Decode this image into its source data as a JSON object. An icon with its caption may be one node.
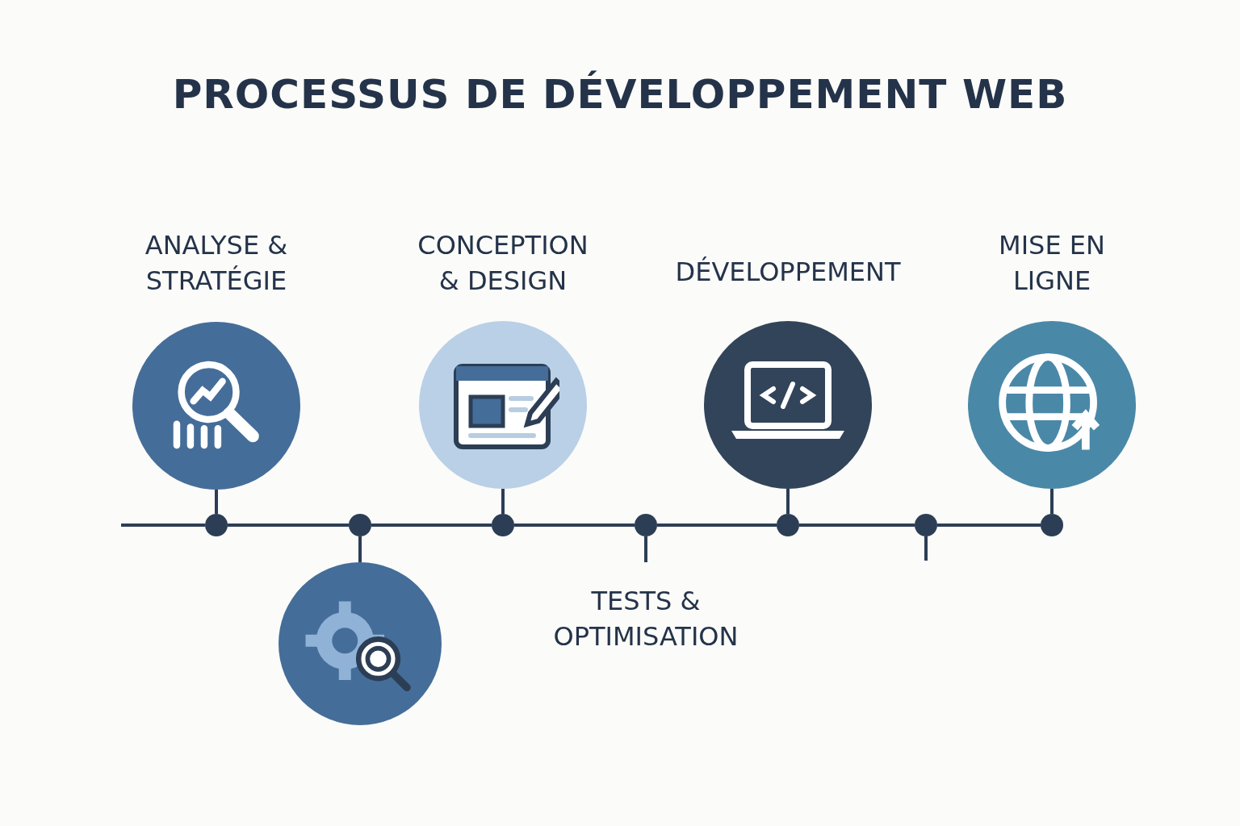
{
  "diagram": {
    "title": "PROCESSUS DE DÉVELOPPEMENT WEB",
    "nodes": [
      {
        "text": [
          "ANALYSE & STRATÉGIE"
        ]
      },
      {
        "text": [
          "CONCEPTION & DESIGN"
        ]
      },
      {
        "text": [
          "DÉVELOPPEMENT"
        ]
      },
      {
        "text": [
          "MISE EN LIGNE"
        ]
      },
      {
        "text": [],
        "shape": "circle"
      },
      {
        "text": [],
        "shape": "circle"
      },
      {
        "text": [],
        "shape": "circle"
      },
      {
        "text": [],
        "shape": "circle"
      },
      {
        "text": [],
        "shape": "circle"
      },
      {
        "text": [],
        "shape": "circle"
      },
      {
        "text": [],
        "shape": "circle"
      },
      {
        "text": [],
        "shape": "circle"
      },
      {
        "text": [
          "TESTS & OPTIMISATION"
        ]
      }
    ],
    "edges": [
      {
        "from": null,
        "to": 4,
        "arrow": "none"
      },
      {
        "from": 4,
        "to": 5,
        "arrow": "none"
      },
      {
        "from": 5,
        "to": 6,
        "arrow": "none"
      },
      {
        "from": 6,
        "to": 7,
        "arrow": "none"
      },
      {
        "from": 7,
        "to": 8,
        "arrow": "none"
      },
      {
        "from": 8,
        "to": 9,
        "arrow": "none"
      },
      {
        "from": 9,
        "to": 10,
        "arrow": "none"
      },
      {
        "from": 0,
        "to": 4,
        "arrow": "none"
      },
      {
        "from": 11,
        "to": 5,
        "arrow": "none"
      },
      {
        "from": 1,
        "to": 6,
        "arrow": "none"
      },
      {
        "from": 12,
        "to": 7,
        "arrow": "none"
      },
      {
        "from": 2,
        "to": 8,
        "arrow": "none"
      },
      {
        "from": 9,
        "to": null,
        "arrow": "none"
      },
      {
        "from": 3,
        "to": 10,
        "arrow": "none"
      }
    ]
  }
}
